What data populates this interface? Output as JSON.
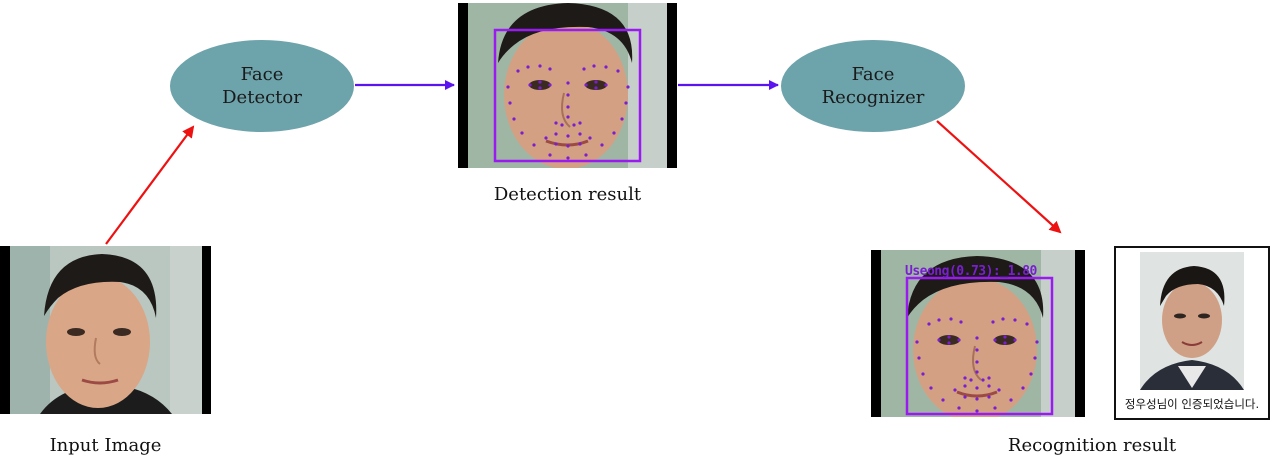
{
  "colors": {
    "node_fill": "#6da3ab",
    "flow_arrow": "#5b14f0",
    "branch_arrow": "#ee1111",
    "detection_box": "#9a1bf0",
    "landmarks": "#7a1fd0"
  },
  "nodes": {
    "face_detector": {
      "line1": "Face",
      "line2": "Detector"
    },
    "face_recognizer": {
      "line1": "Face",
      "line2": "Recognizer"
    }
  },
  "captions": {
    "input": "Input Image",
    "detection": "Detection result",
    "recognition": "Recognition result"
  },
  "recognition": {
    "overlay_label": "Useong(0.73):_1.80",
    "confirmation_message": "정우성님이 인증되었습니다."
  }
}
